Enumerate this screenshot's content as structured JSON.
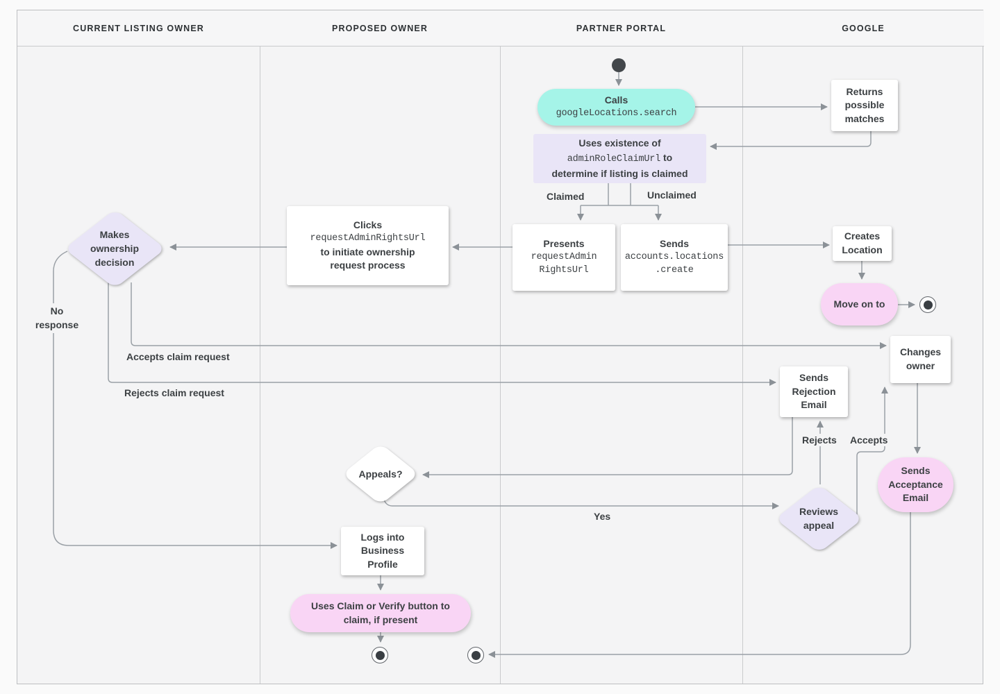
{
  "colors": {
    "teal": "#a5f4e8",
    "lavender": "#e9e5f7",
    "pink": "#f9d5f5",
    "white": "#ffffff"
  },
  "lanes": [
    {
      "label": "CURRENT LISTING OWNER"
    },
    {
      "label": "PROPOSED OWNER"
    },
    {
      "label": "PARTNER PORTAL"
    },
    {
      "label": "GOOGLE"
    }
  ],
  "nodes": {
    "calls": {
      "title": "Calls",
      "code": "googleLocations.search"
    },
    "returns_matches": {
      "text": "Returns possible matches"
    },
    "uses_existence": {
      "pre": "Uses existence of",
      "code": "adminRoleClaimUrl",
      "mid": " to",
      "post": "determine if listing is claimed"
    },
    "presents": {
      "title": "Presents",
      "code": "requestAdmin\nRightsUrl"
    },
    "sends_create": {
      "title": "Sends",
      "code": "accounts.locations\n.create"
    },
    "clicks": {
      "title": "Clicks",
      "code": "requestAdminRightsUrl",
      "post": "to initiate ownership request process"
    },
    "makes_decision": {
      "text": "Makes ownership decision"
    },
    "creates_location": {
      "text": "Creates Location"
    },
    "move_on": {
      "text": "Move on to"
    },
    "changes_owner": {
      "text": "Changes owner"
    },
    "sends_rejection": {
      "text": "Sends Rejection Email"
    },
    "sends_acceptance": {
      "text": "Sends Acceptance Email"
    },
    "appeals": {
      "text": "Appeals?"
    },
    "reviews_appeal": {
      "text": "Reviews appeal"
    },
    "logs_in": {
      "text": "Logs into Business Profile"
    },
    "uses_claim": {
      "text": "Uses Claim or Verify button to claim, if present"
    }
  },
  "edge_labels": {
    "claimed": "Claimed",
    "unclaimed": "Unclaimed",
    "no_response": "No response",
    "accepts_claim": "Accepts claim request",
    "rejects_claim": "Rejects claim request",
    "yes": "Yes",
    "rejects": "Rejects",
    "accepts": "Accepts"
  }
}
